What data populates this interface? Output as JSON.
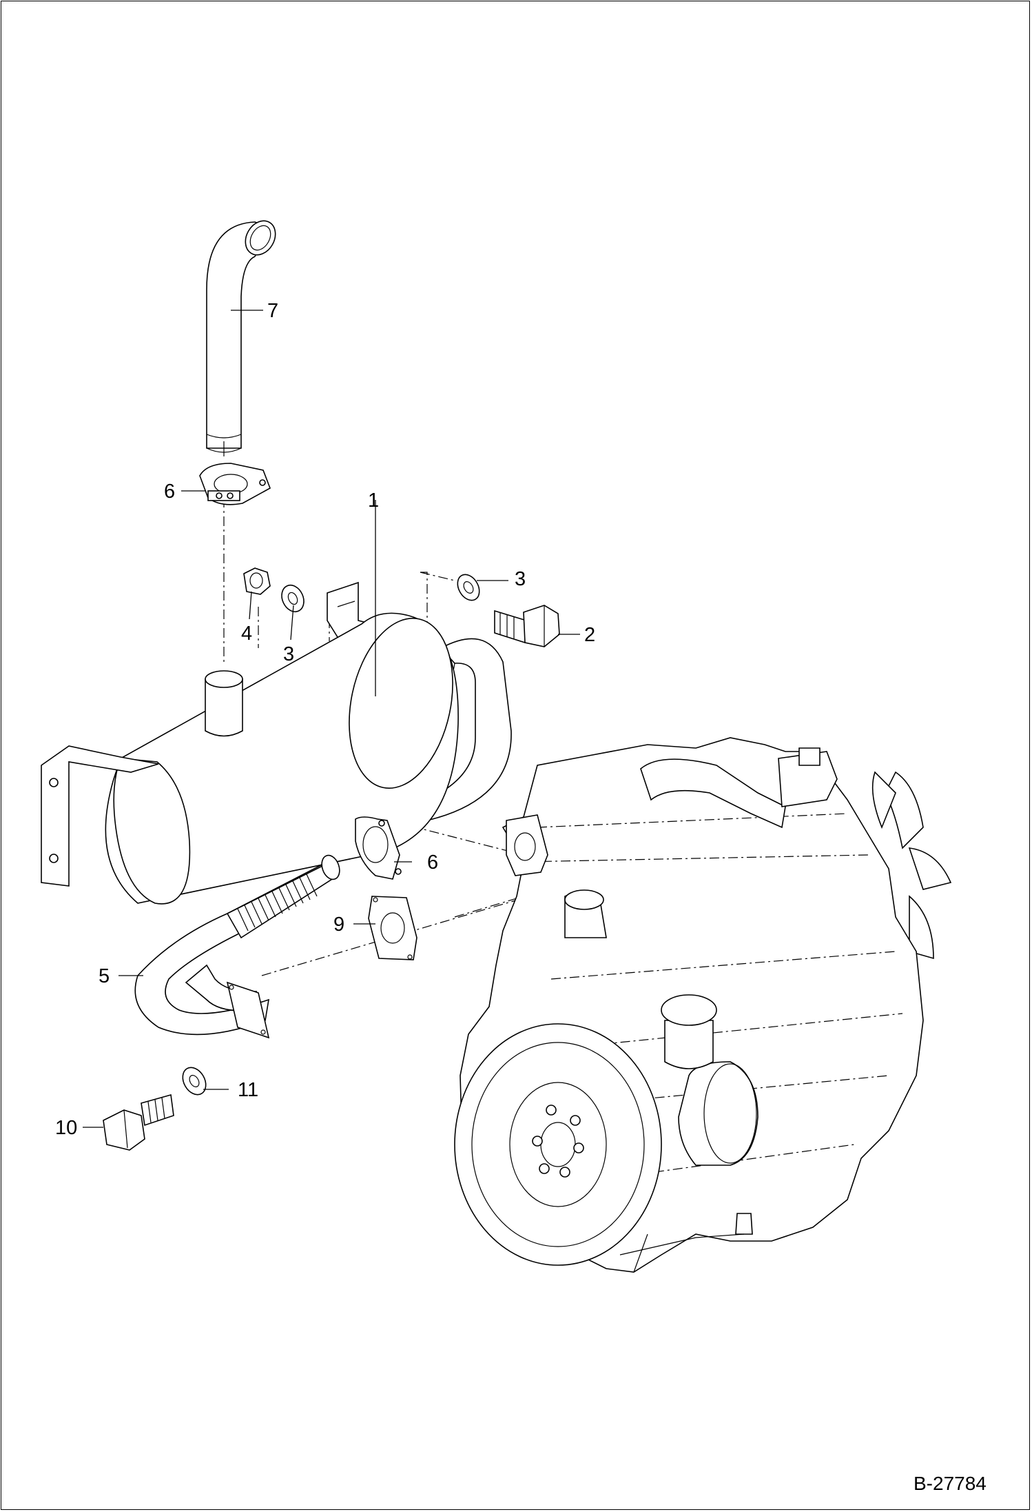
{
  "diagram": {
    "reference": "B-27784",
    "callouts": [
      {
        "id": "c1",
        "text": "1"
      },
      {
        "id": "c2",
        "text": "2"
      },
      {
        "id": "c3a",
        "text": "3"
      },
      {
        "id": "c3b",
        "text": "3"
      },
      {
        "id": "c4",
        "text": "4"
      },
      {
        "id": "c5",
        "text": "5"
      },
      {
        "id": "c6a",
        "text": "6"
      },
      {
        "id": "c6b",
        "text": "6"
      },
      {
        "id": "c7",
        "text": "7"
      },
      {
        "id": "c9",
        "text": "9"
      },
      {
        "id": "c10",
        "text": "10"
      },
      {
        "id": "c11",
        "text": "11"
      }
    ]
  }
}
